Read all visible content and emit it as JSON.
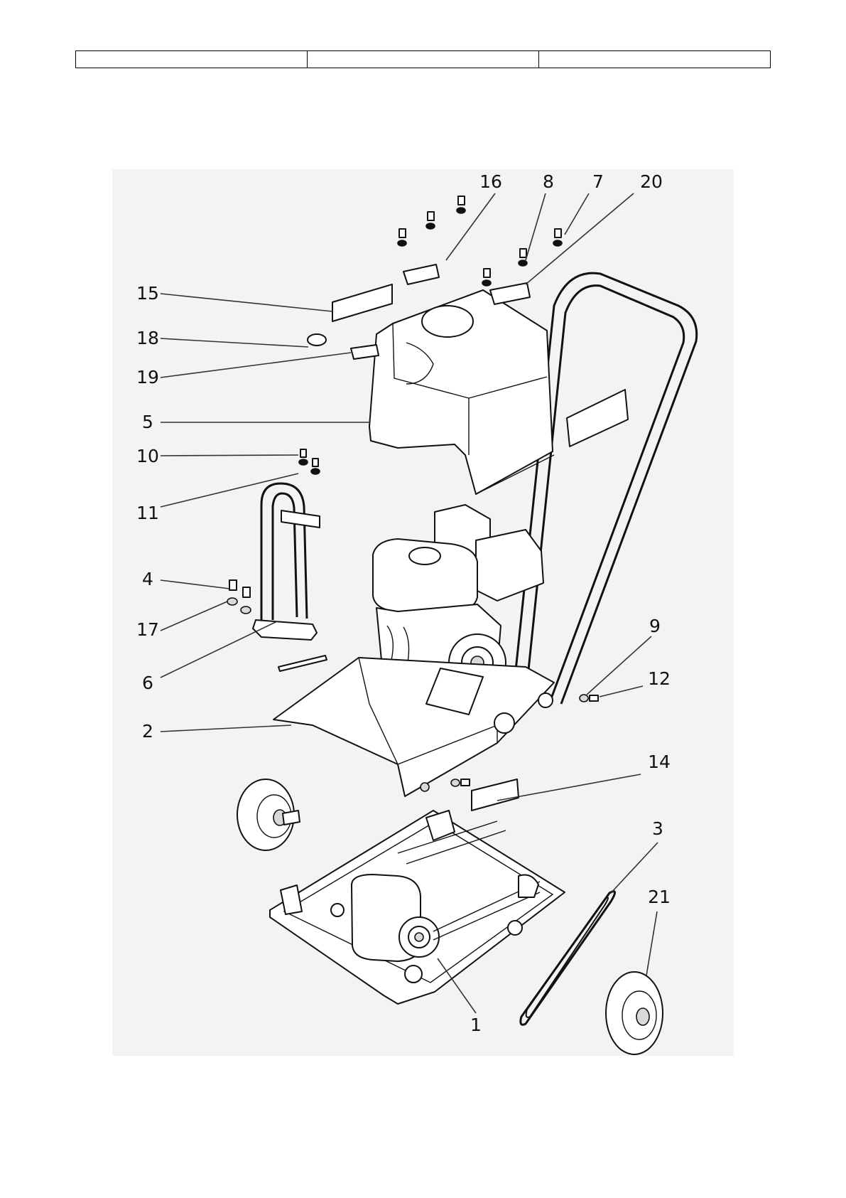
{
  "header_cells": [
    "",
    "",
    ""
  ],
  "callouts": [
    {
      "id": "16",
      "label": "16"
    },
    {
      "id": "8",
      "label": "8"
    },
    {
      "id": "7",
      "label": "7"
    },
    {
      "id": "20",
      "label": "20"
    },
    {
      "id": "15",
      "label": "15"
    },
    {
      "id": "18",
      "label": "18"
    },
    {
      "id": "19",
      "label": "19"
    },
    {
      "id": "5",
      "label": "5"
    },
    {
      "id": "10",
      "label": "10"
    },
    {
      "id": "11",
      "label": "11"
    },
    {
      "id": "4",
      "label": "4"
    },
    {
      "id": "17",
      "label": "17"
    },
    {
      "id": "6",
      "label": "6"
    },
    {
      "id": "9",
      "label": "9"
    },
    {
      "id": "12",
      "label": "12"
    },
    {
      "id": "2",
      "label": "2"
    },
    {
      "id": "14",
      "label": "14"
    },
    {
      "id": "3",
      "label": "3"
    },
    {
      "id": "21",
      "label": "21"
    },
    {
      "id": "1",
      "label": "1"
    }
  ]
}
